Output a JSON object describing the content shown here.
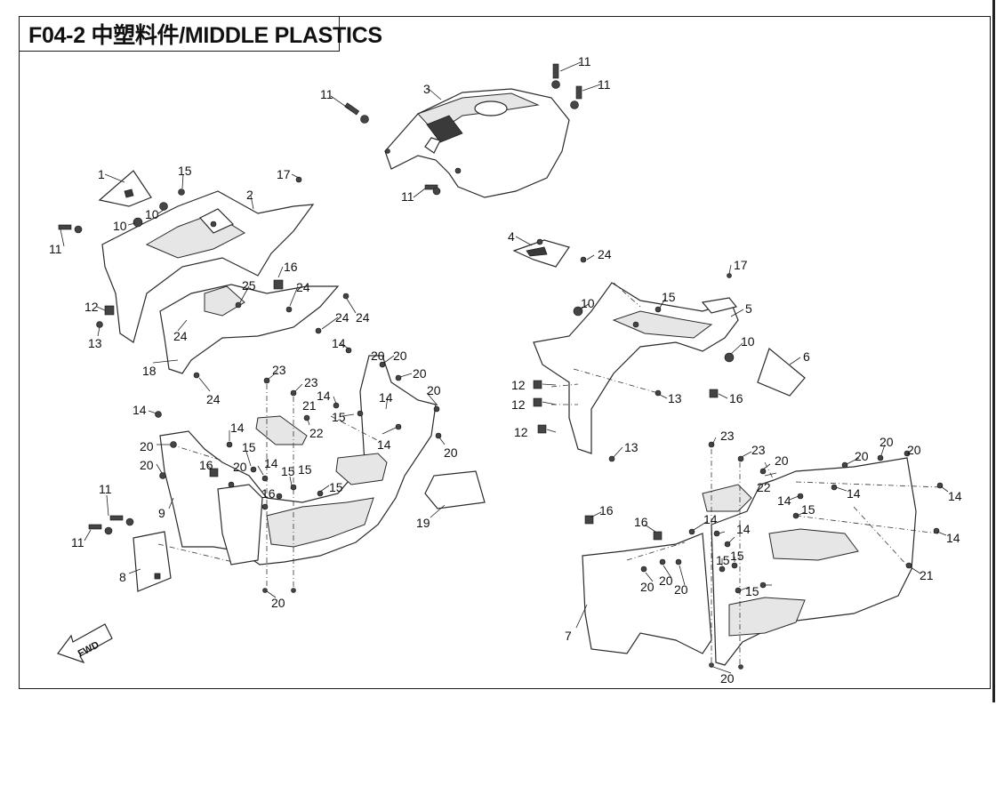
{
  "header": {
    "title": "F04-2 中塑料件/MIDDLE PLASTICS"
  },
  "arrow_label": "FWD",
  "callouts": [
    {
      "id": "c1",
      "text": "1"
    },
    {
      "id": "c2",
      "text": "2"
    },
    {
      "id": "c3",
      "text": "3"
    },
    {
      "id": "c4",
      "text": "4"
    },
    {
      "id": "c5",
      "text": "5"
    },
    {
      "id": "c6",
      "text": "6"
    },
    {
      "id": "c7",
      "text": "7"
    },
    {
      "id": "c8",
      "text": "8"
    },
    {
      "id": "c9",
      "text": "9"
    },
    {
      "id": "c10a",
      "text": "10"
    },
    {
      "id": "c10b",
      "text": "10"
    },
    {
      "id": "c10c",
      "text": "10"
    },
    {
      "id": "c10d",
      "text": "10"
    },
    {
      "id": "c11a",
      "text": "11"
    },
    {
      "id": "c11b",
      "text": "11"
    },
    {
      "id": "c11c",
      "text": "11"
    },
    {
      "id": "c11d",
      "text": "11"
    },
    {
      "id": "c11e",
      "text": "11"
    },
    {
      "id": "c11f",
      "text": "11"
    },
    {
      "id": "c11g",
      "text": "11"
    },
    {
      "id": "c12a",
      "text": "12"
    },
    {
      "id": "c12b",
      "text": "12"
    },
    {
      "id": "c12c",
      "text": "12"
    },
    {
      "id": "c12d",
      "text": "12"
    },
    {
      "id": "c13a",
      "text": "13"
    },
    {
      "id": "c13b",
      "text": "13"
    },
    {
      "id": "c13c",
      "text": "13"
    },
    {
      "id": "c14a",
      "text": "14"
    },
    {
      "id": "c14b",
      "text": "14"
    },
    {
      "id": "c14c",
      "text": "14"
    },
    {
      "id": "c14d",
      "text": "14"
    },
    {
      "id": "c14e",
      "text": "14"
    },
    {
      "id": "c14f",
      "text": "14"
    },
    {
      "id": "c14g",
      "text": "14"
    },
    {
      "id": "c14h",
      "text": "14"
    },
    {
      "id": "c14i",
      "text": "14"
    },
    {
      "id": "c14j",
      "text": "14"
    },
    {
      "id": "c14k",
      "text": "14"
    },
    {
      "id": "c14l",
      "text": "14"
    },
    {
      "id": "c14m",
      "text": "14"
    },
    {
      "id": "c15a",
      "text": "15"
    },
    {
      "id": "c15b",
      "text": "15"
    },
    {
      "id": "c15c",
      "text": "15"
    },
    {
      "id": "c15d",
      "text": "15"
    },
    {
      "id": "c15e",
      "text": "15"
    },
    {
      "id": "c15f",
      "text": "15"
    },
    {
      "id": "c15g",
      "text": "15"
    },
    {
      "id": "c15h",
      "text": "15"
    },
    {
      "id": "c15i",
      "text": "15"
    },
    {
      "id": "c15j",
      "text": "15"
    },
    {
      "id": "c15k",
      "text": "15"
    },
    {
      "id": "c16a",
      "text": "16"
    },
    {
      "id": "c16b",
      "text": "16"
    },
    {
      "id": "c16c",
      "text": "16"
    },
    {
      "id": "c16d",
      "text": "16"
    },
    {
      "id": "c16e",
      "text": "16"
    },
    {
      "id": "c16f",
      "text": "16"
    },
    {
      "id": "c17a",
      "text": "17"
    },
    {
      "id": "c17b",
      "text": "17"
    },
    {
      "id": "c18",
      "text": "18"
    },
    {
      "id": "c19",
      "text": "19"
    },
    {
      "id": "c20a",
      "text": "20"
    },
    {
      "id": "c20b",
      "text": "20"
    },
    {
      "id": "c20c",
      "text": "20"
    },
    {
      "id": "c20d",
      "text": "20"
    },
    {
      "id": "c20e",
      "text": "20"
    },
    {
      "id": "c20f",
      "text": "20"
    },
    {
      "id": "c20g",
      "text": "20"
    },
    {
      "id": "c20h",
      "text": "20"
    },
    {
      "id": "c20i",
      "text": "20"
    },
    {
      "id": "c20j",
      "text": "20"
    },
    {
      "id": "c20k",
      "text": "20"
    },
    {
      "id": "c20l",
      "text": "20"
    },
    {
      "id": "c20m",
      "text": "20"
    },
    {
      "id": "c20n",
      "text": "20"
    },
    {
      "id": "c20o",
      "text": "20"
    },
    {
      "id": "c20p",
      "text": "20"
    },
    {
      "id": "c20q",
      "text": "20"
    },
    {
      "id": "c21a",
      "text": "21"
    },
    {
      "id": "c21b",
      "text": "21"
    },
    {
      "id": "c22a",
      "text": "22"
    },
    {
      "id": "c22b",
      "text": "22"
    },
    {
      "id": "c23a",
      "text": "23"
    },
    {
      "id": "c23b",
      "text": "23"
    },
    {
      "id": "c23c",
      "text": "23"
    },
    {
      "id": "c23d",
      "text": "23"
    },
    {
      "id": "c24a",
      "text": "24"
    },
    {
      "id": "c24b",
      "text": "24"
    },
    {
      "id": "c24c",
      "text": "24"
    },
    {
      "id": "c24d",
      "text": "24"
    },
    {
      "id": "c24e",
      "text": "24"
    },
    {
      "id": "c24f",
      "text": "24"
    },
    {
      "id": "c25",
      "text": "25"
    }
  ]
}
